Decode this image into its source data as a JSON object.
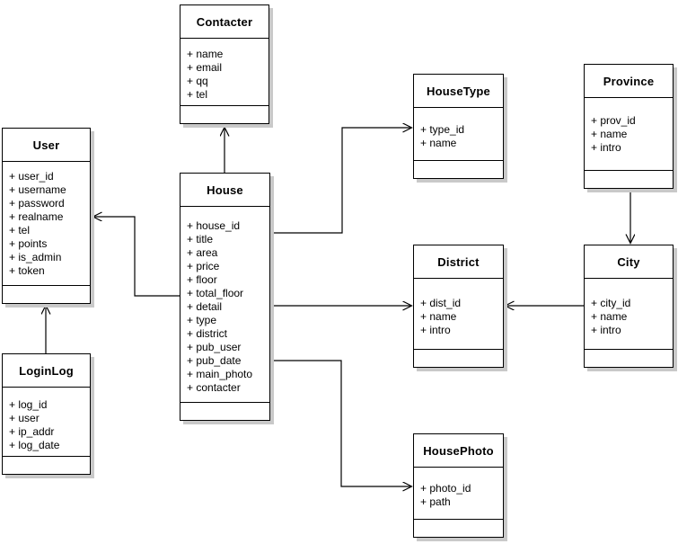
{
  "diagram": {
    "type": "uml-class-diagram",
    "colors": {
      "background": "#ffffff",
      "box_fill": "#ffffff",
      "border": "#000000",
      "text": "#000000",
      "shadow": "#c9c9c9"
    },
    "entities": {
      "contacter": {
        "title": "Contacter",
        "attributes": [
          "+ name",
          "+ email",
          "+ qq",
          "+ tel"
        ]
      },
      "user": {
        "title": "User",
        "attributes": [
          "+ user_id",
          "+ username",
          "+ password",
          "+ realname",
          "+ tel",
          "+ points",
          "+ is_admin",
          "+ token"
        ]
      },
      "house": {
        "title": "House",
        "attributes": [
          "+ house_id",
          "+ title",
          "+ area",
          "+ price",
          "+ floor",
          "+ total_floor",
          "+ detail",
          "+ type",
          "+ district",
          "+ pub_user",
          "+ pub_date",
          "+ main_photo",
          "+ contacter"
        ]
      },
      "housetype": {
        "title": "HouseType",
        "attributes": [
          "+ type_id",
          "+ name"
        ]
      },
      "province": {
        "title": "Province",
        "attributes": [
          "+ prov_id",
          "+ name",
          "+ intro"
        ]
      },
      "district": {
        "title": "District",
        "attributes": [
          "+ dist_id",
          "+ name",
          "+ intro"
        ]
      },
      "city": {
        "title": "City",
        "attributes": [
          "+ city_id",
          "+ name",
          "+ intro"
        ]
      },
      "loginlog": {
        "title": "LoginLog",
        "attributes": [
          "+ log_id",
          "+ user",
          "+ ip_addr",
          "+ log_date"
        ]
      },
      "housephoto": {
        "title": "HousePhoto",
        "attributes": [
          "+ photo_id",
          "+ path"
        ]
      }
    },
    "relations": [
      {
        "from": "House",
        "to": "Contacter",
        "style": "open-arrow"
      },
      {
        "from": "House",
        "to": "User",
        "style": "open-arrow"
      },
      {
        "from": "House",
        "to": "HouseType",
        "style": "open-arrow"
      },
      {
        "from": "House",
        "to": "District",
        "style": "open-arrow"
      },
      {
        "from": "House",
        "to": "HousePhoto",
        "style": "open-arrow"
      },
      {
        "from": "LoginLog",
        "to": "User",
        "style": "open-arrow"
      },
      {
        "from": "Province",
        "to": "City",
        "style": "open-arrow"
      },
      {
        "from": "City",
        "to": "District",
        "style": "open-arrow"
      }
    ]
  }
}
